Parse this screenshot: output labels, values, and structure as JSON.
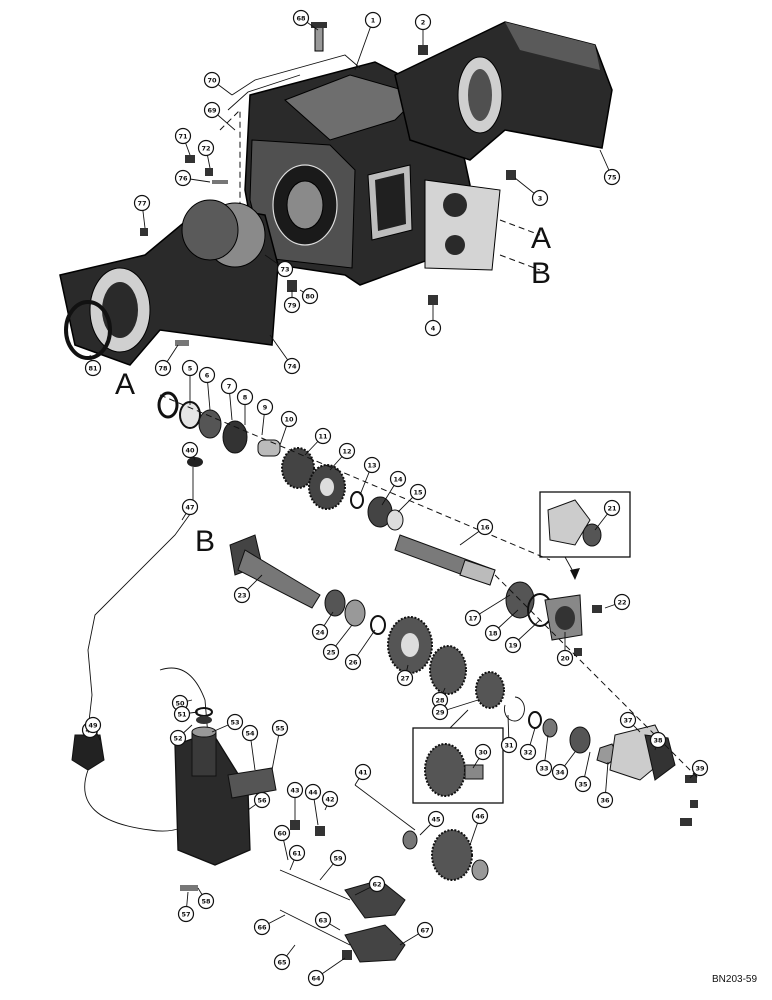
{
  "figure": {
    "reference": "BN203-59",
    "section_letters": [
      "A",
      "B",
      "A",
      "B"
    ]
  },
  "callouts": [
    "1",
    "2",
    "3",
    "4",
    "5",
    "6",
    "7",
    "8",
    "9",
    "10",
    "11",
    "12",
    "13",
    "14",
    "15",
    "16",
    "17",
    "18",
    "19",
    "20",
    "21",
    "22",
    "23",
    "24",
    "25",
    "26",
    "27",
    "28",
    "29",
    "30",
    "31",
    "32",
    "33",
    "34",
    "35",
    "36",
    "37",
    "38",
    "39",
    "40",
    "41",
    "42",
    "43",
    "44",
    "45",
    "46",
    "47",
    "48",
    "49",
    "50",
    "51",
    "52",
    "53",
    "54",
    "55",
    "56",
    "57",
    "58",
    "59",
    "60",
    "61",
    "62",
    "63",
    "64",
    "65",
    "66",
    "67",
    "68",
    "69",
    "70",
    "71",
    "72",
    "73",
    "74",
    "75",
    "76",
    "77",
    "78",
    "79",
    "80",
    "81"
  ]
}
